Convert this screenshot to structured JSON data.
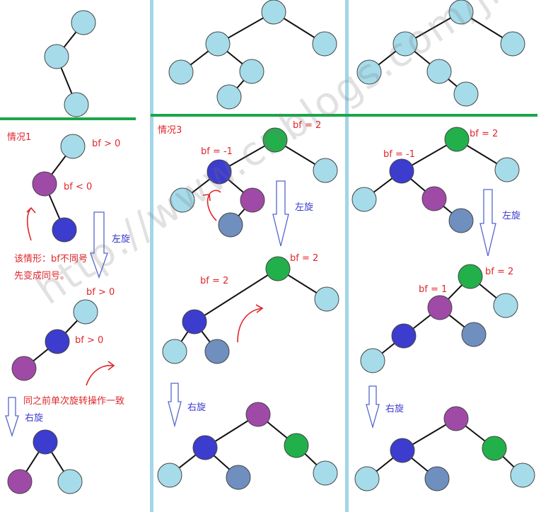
{
  "colors": {
    "cyan": "#a6dcea",
    "purple": "#a04aa8",
    "blue": "#3c3ccf",
    "green": "#22b04a",
    "slate": "#6f8fbf",
    "divider_blue": "#a3d6e6",
    "divider_green": "#1aa64a",
    "red": "#e0262a",
    "label_blue": "#3b3bd0"
  },
  "labels": {
    "case1": "情况1",
    "case3": "情况3",
    "bf_gt0": "bf > 0",
    "bf_lt0": "bf < 0",
    "bf_neg1": "bf = -1",
    "bf_2": "bf = 2",
    "bf_1": "bf = 1",
    "rotate_left": "左旋",
    "rotate_right": "右旋",
    "note_line1": "该情形：bf不同号",
    "note_line2": "先变成同号。",
    "note_same": "同之前单次旋转操作一致"
  },
  "watermark": "http://www.cnblogs.com/jiangnaosj"
}
